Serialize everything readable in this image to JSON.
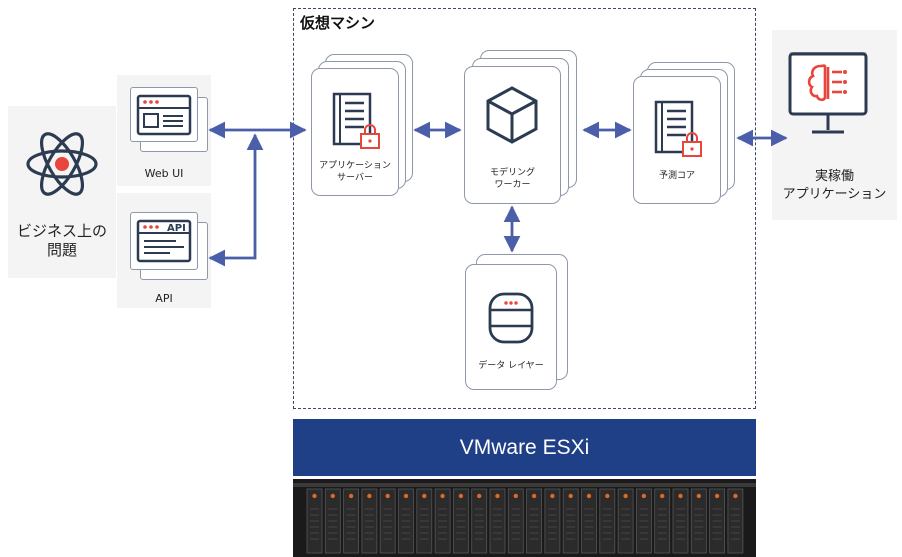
{
  "vm_title": "仮想マシン",
  "business_problem": "ビジネス上の\n問題",
  "web_ui": "Web UI",
  "api_label": "API",
  "api_badge": "API",
  "app_server": "アプリケーション\nサーバー",
  "modeling_worker": "モデリング\nワーカー",
  "prediction_core": "予測コア",
  "data_layer": "データ レイヤー",
  "production_app": "実稼働\nアプリケーション",
  "esxi": "VMware ESXi",
  "colors": {
    "arrow": "#4a5eaa",
    "accent_red": "#e8453c",
    "icon_dark": "#2d3b52",
    "esxi_bg": "#1f3f87"
  }
}
